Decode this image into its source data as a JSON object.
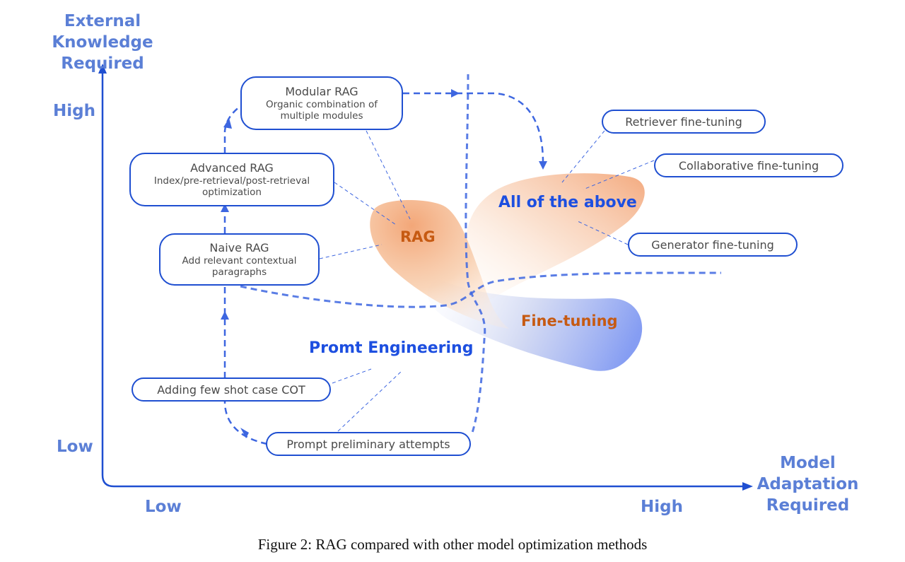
{
  "axes": {
    "y_title_line1": "External Knowledge",
    "y_title_line2": "Required",
    "x_title_line1": "Model Adaptation",
    "x_title_line2": "Required",
    "y_ticks": {
      "high": "High",
      "low": "Low"
    },
    "x_ticks": {
      "low": "Low",
      "high": "High"
    }
  },
  "rag_path": {
    "modular": {
      "title": "Modular RAG",
      "line1": "Organic combination of",
      "line2": "multiple modules"
    },
    "advanced": {
      "title": "Advanced RAG",
      "line1": "Index/pre-retrieval/post-retrieval",
      "line2": "optimization"
    },
    "naive": {
      "title": "Naive RAG",
      "line1": "Add relevant contextual",
      "line2": "paragraphs"
    }
  },
  "prompt_path": {
    "few_shot": "Adding few shot case COT",
    "preliminary": "Prompt preliminary attempts"
  },
  "fine_tuning_items": {
    "retriever": "Retriever fine-tuning",
    "collaborative": "Collaborative fine-tuning",
    "generator": "Generator fine-tuning"
  },
  "regions": {
    "rag": "RAG",
    "all": "All of the above",
    "fine_tuning": "Fine-tuning",
    "prompt_engineering": "Promt Engineering"
  },
  "colors": {
    "axis_blue": "#1f4fd1",
    "label_blue": "#1d4fe0",
    "axis_text": "#5b7fd6",
    "rag_orange": "#f0a070",
    "fine_tuning_blue": "#7e98f0",
    "fine_tuning_text": "#c65a12"
  },
  "caption": "Figure 2: RAG compared with other model optimization methods"
}
